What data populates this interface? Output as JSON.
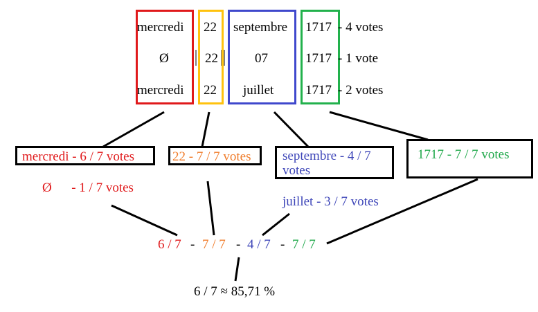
{
  "colors": {
    "day": "#e0191b",
    "date": "#f07c2a",
    "month": "#3d45b8",
    "year": "#1fa84a",
    "box_day": "#e0191b",
    "box_date": "#ffc20e",
    "box_month": "#3f48cc",
    "box_year": "#22b14c",
    "ink": "#000000"
  },
  "rows": [
    {
      "day": "mercredi",
      "date": "22",
      "month": "septembre",
      "year": "1717",
      "votes": "- 4 votes"
    },
    {
      "day": "Ø",
      "date": "22",
      "month": "07",
      "year": "1717",
      "votes": "- 1 vote"
    },
    {
      "day": "mercredi",
      "date": "22",
      "month": "juillet",
      "year": "1717",
      "votes": "- 2 votes"
    }
  ],
  "summary": {
    "day": "mercredi - 6 / 7 votes",
    "day_alt": "Ø      - 1 / 7 votes",
    "date": "22 - 7 / 7 votes",
    "month_line1": "septembre - 4 / 7",
    "month_line2": "votes",
    "month_alt": "juillet - 3 / 7 votes",
    "year": "1717 - 7 / 7 votes"
  },
  "combined": {
    "day": "6 / 7",
    "date": "7 / 7",
    "month": "4 / 7",
    "year": "7 / 7",
    "sep": "-"
  },
  "result": "6 / 7 ≈ 85,71 %"
}
